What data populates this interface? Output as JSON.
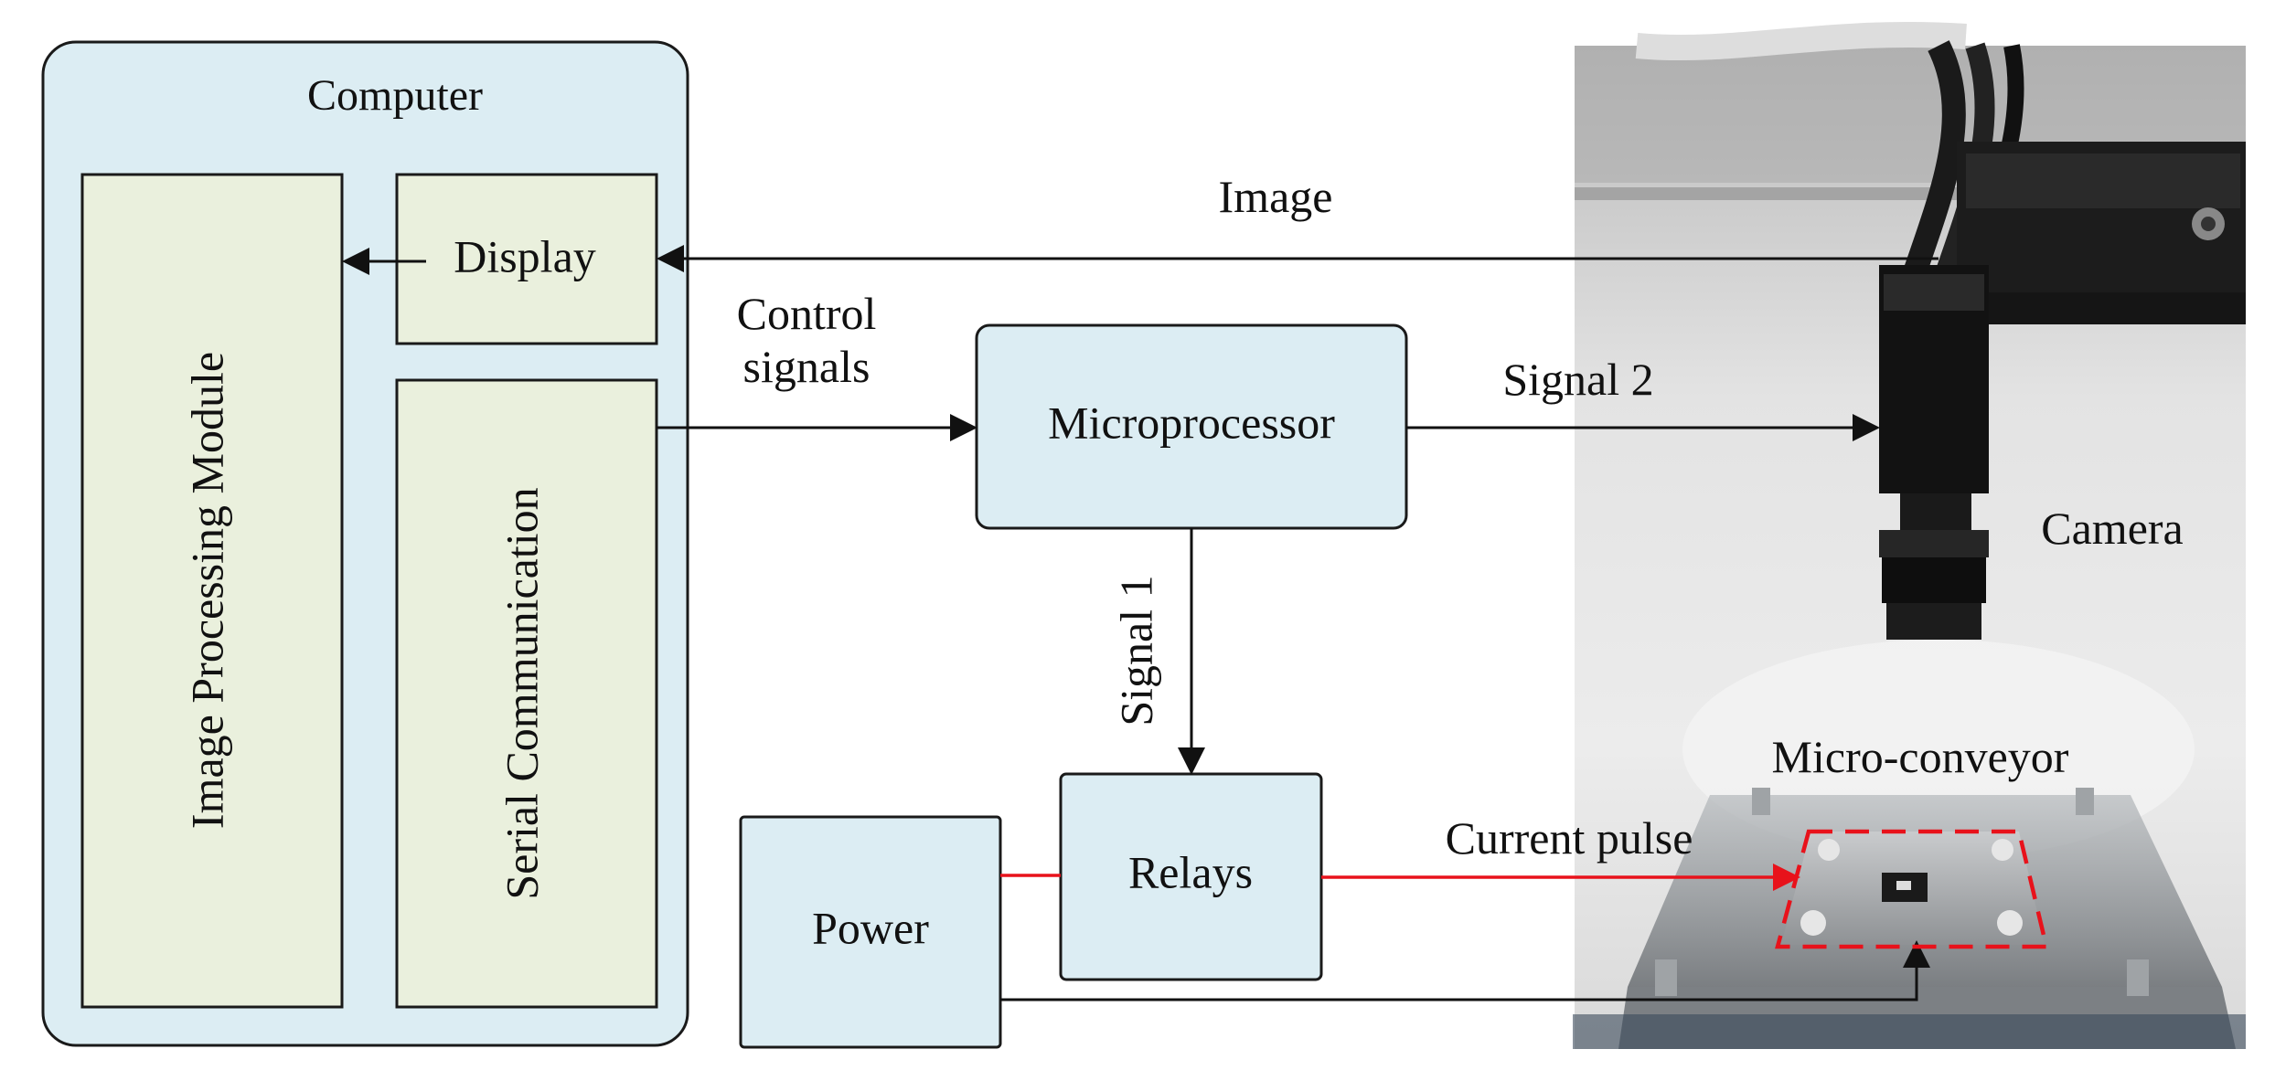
{
  "labels": {
    "computer": "Computer",
    "image_processing": "Image Processing Module",
    "display": "Display",
    "serial": "Serial Communication",
    "control_signals_1": "Control",
    "control_signals_2": "signals",
    "microprocessor": "Microprocessor",
    "image": "Image",
    "signal_2": "Signal 2",
    "signal_1": "Signal 1",
    "relays": "Relays",
    "power": "Power",
    "current_pulse": "Current pulse",
    "camera": "Camera",
    "micro_conveyor": "Micro-conveyor"
  },
  "colors": {
    "computer_fill": "#dcedf3",
    "module_fill": "#eaf0dd",
    "box_fill": "#dcedf3",
    "stroke": "#1a1a1a",
    "current": "#e8121b",
    "arrow": "#111111"
  }
}
